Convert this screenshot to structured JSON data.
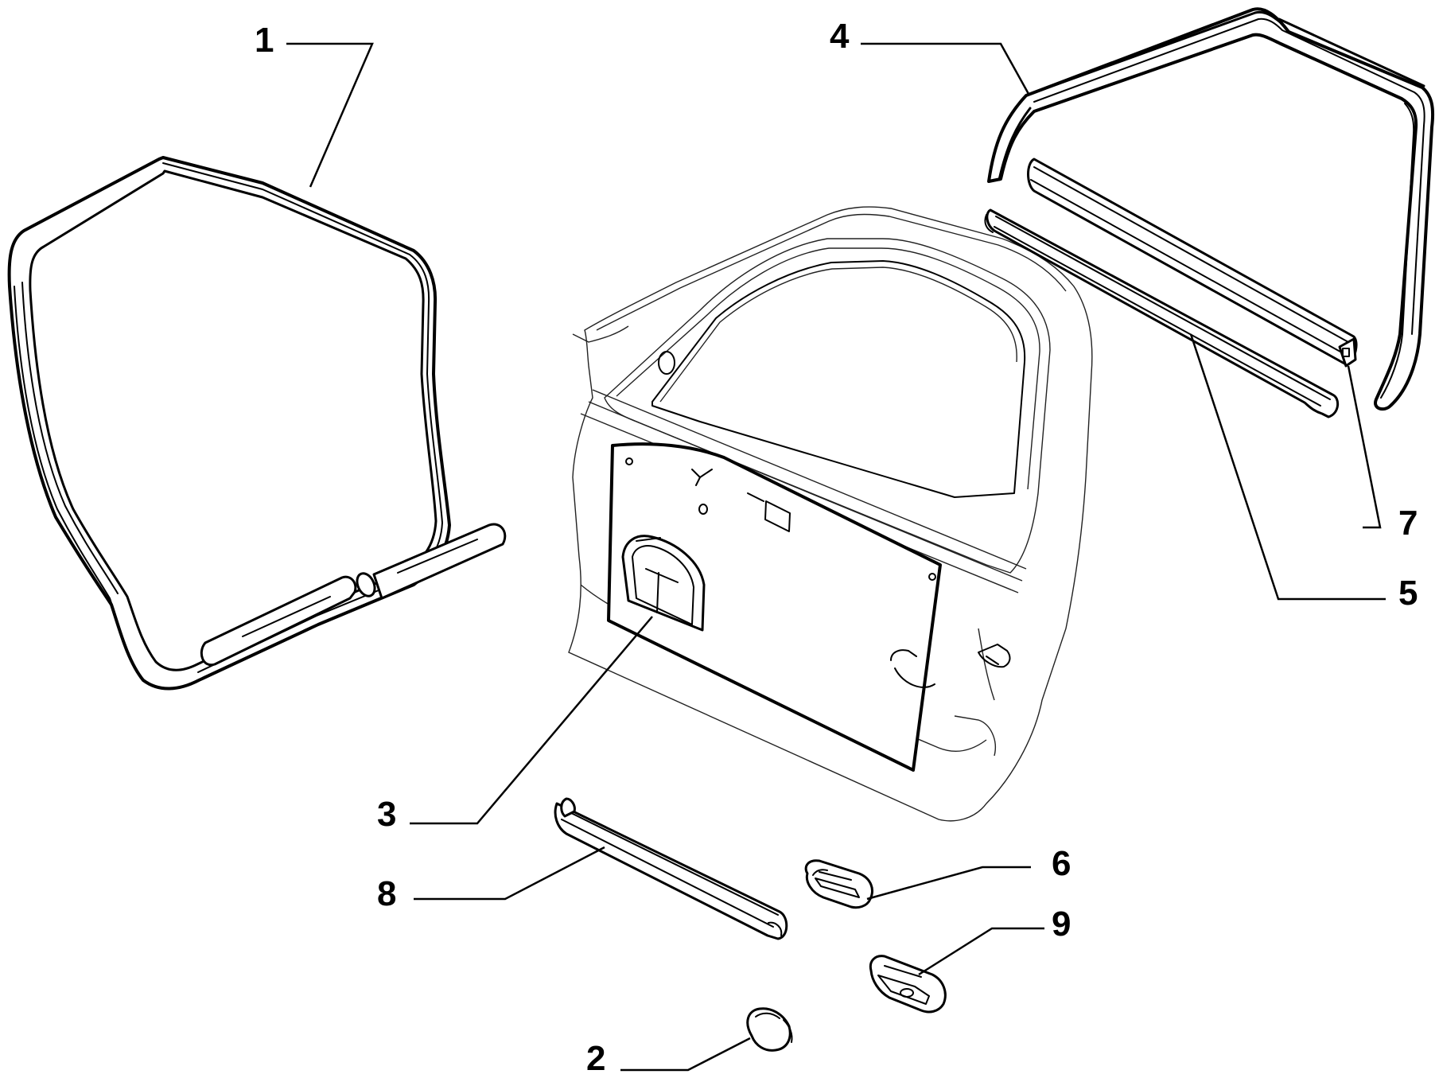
{
  "diagram": {
    "colors": {
      "line": "#000000",
      "background": "#ffffff"
    },
    "callouts": [
      {
        "id": "1",
        "label": "1"
      },
      {
        "id": "2",
        "label": "2"
      },
      {
        "id": "3",
        "label": "3"
      },
      {
        "id": "4",
        "label": "4"
      },
      {
        "id": "5",
        "label": "5"
      },
      {
        "id": "6",
        "label": "6"
      },
      {
        "id": "7",
        "label": "7"
      },
      {
        "id": "8",
        "label": "8"
      },
      {
        "id": "9",
        "label": "9"
      }
    ]
  }
}
